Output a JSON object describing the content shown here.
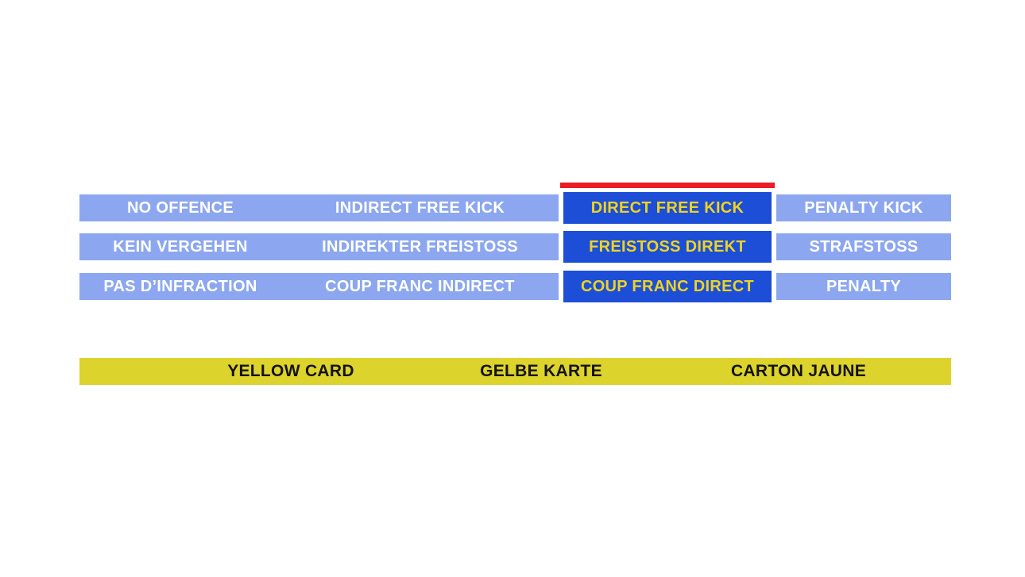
{
  "colors": {
    "option_default_bg": "#8CA7F0",
    "option_default_text": "#FFFFFF",
    "option_selected_bg": "#1C4ED8",
    "option_selected_text": "#EFD31F",
    "selection_indicator": "#EC1C24",
    "card_bar_bg": "#DCD32C",
    "card_bar_text": "#15130B",
    "page_bg": "#FFFFFF"
  },
  "decision_board": {
    "selected_column_index": 2,
    "rows": [
      [
        "NO OFFENCE",
        "INDIRECT FREE KICK",
        "DIRECT FREE KICK",
        "PENALTY KICK"
      ],
      [
        "KEIN VERGEHEN",
        "INDIREKTER FREISTOSS",
        "FREISTOSS DIREKT",
        "STRAFSTOSS"
      ],
      [
        "PAS D’INFRACTION",
        "COUP FRANC INDIRECT",
        "COUP FRANC DIRECT",
        "PENALTY"
      ]
    ]
  },
  "card_bar": {
    "labels": [
      "YELLOW CARD",
      "GELBE KARTE",
      "CARTON JAUNE"
    ]
  }
}
